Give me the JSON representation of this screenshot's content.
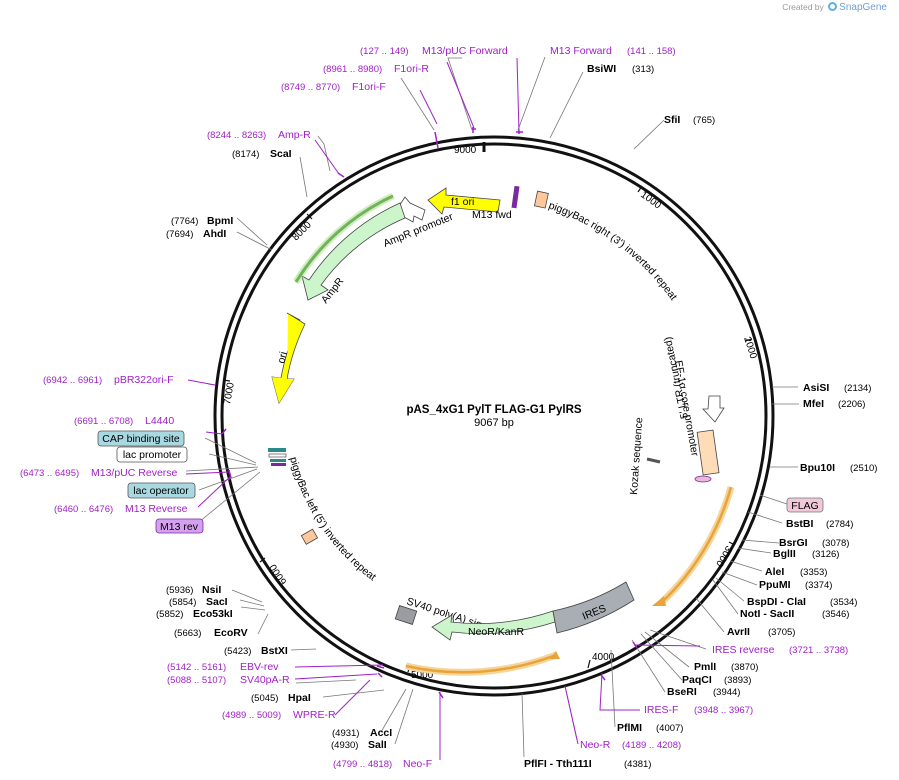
{
  "credit": {
    "created_by": "Created by",
    "brand": "SnapGene"
  },
  "plasmid": {
    "name": "pAS_4xG1 PylT FLAG-G1 PylRS",
    "size": "9067 bp",
    "length": 9067
  },
  "ruler_ticks": [
    "1000",
    "2000",
    "3000",
    "4000",
    "5000",
    "6000",
    "7000",
    "8000",
    "9000"
  ],
  "enzymes": [
    {
      "name": "BsiWI",
      "pos": "(313)"
    },
    {
      "name": "SfiI",
      "pos": "(765)"
    },
    {
      "name": "AsiSI",
      "pos": "(2134)"
    },
    {
      "name": "MfeI",
      "pos": "(2206)"
    },
    {
      "name": "Bpu10I",
      "pos": "(2510)"
    },
    {
      "name": "BstBI",
      "pos": "(2784)"
    },
    {
      "name": "BsrGI",
      "pos": "(3078)"
    },
    {
      "name": "BglII",
      "pos": "(3126)"
    },
    {
      "name": "AleI",
      "pos": "(3353)"
    },
    {
      "name": "PpuMI",
      "pos": "(3374)"
    },
    {
      "name": "BspDI - ClaI",
      "pos": "(3534)"
    },
    {
      "name": "NotI - SacII",
      "pos": "(3546)"
    },
    {
      "name": "AvrII",
      "pos": "(3705)"
    },
    {
      "name": "PmlI",
      "pos": "(3870)"
    },
    {
      "name": "PaqCI",
      "pos": "(3893)"
    },
    {
      "name": "BseRI",
      "pos": "(3944)"
    },
    {
      "name": "PflMI",
      "pos": "(4007)"
    },
    {
      "name": "PflFI - Tth111I",
      "pos": "(4381)"
    },
    {
      "name": "SalI",
      "pos": "(4930)"
    },
    {
      "name": "AccI",
      "pos": "(4931)"
    },
    {
      "name": "HpaI",
      "pos": "(5045)"
    },
    {
      "name": "BstXI",
      "pos": "(5423)"
    },
    {
      "name": "EcoRV",
      "pos": "(5663)"
    },
    {
      "name": "Eco53kI",
      "pos": "(5852)"
    },
    {
      "name": "SacI",
      "pos": "(5854)"
    },
    {
      "name": "NsiI",
      "pos": "(5936)"
    },
    {
      "name": "AhdI",
      "pos": "(7694)"
    },
    {
      "name": "BpmI",
      "pos": "(7764)"
    },
    {
      "name": "ScaI",
      "pos": "(8174)"
    }
  ],
  "primers": [
    {
      "name": "M13/pUC Forward",
      "pos": "(127 .. 149)"
    },
    {
      "name": "M13 Forward",
      "pos": "(141 .. 158)"
    },
    {
      "name": "F1ori-R",
      "pos": "(8961 .. 8980)"
    },
    {
      "name": "F1ori-F",
      "pos": "(8749 .. 8770)"
    },
    {
      "name": "Amp-R",
      "pos": "(8244 .. 8263)"
    },
    {
      "name": "pBR322ori-F",
      "pos": "(6942 .. 6961)"
    },
    {
      "name": "L4440",
      "pos": "(6691 .. 6708)"
    },
    {
      "name": "M13/pUC Reverse",
      "pos": "(6473 .. 6495)"
    },
    {
      "name": "M13 Reverse",
      "pos": "(6460 .. 6476)"
    },
    {
      "name": "IRES reverse",
      "pos": "(3721 .. 3738)"
    },
    {
      "name": "IRES-F",
      "pos": "(3948 .. 3967)"
    },
    {
      "name": "Neo-R",
      "pos": "(4189 .. 4208)"
    },
    {
      "name": "EBV-rev",
      "pos": "(5142 .. 5161)"
    },
    {
      "name": "SV40pA-R",
      "pos": "(5088 .. 5107)"
    },
    {
      "name": "WPRE-R",
      "pos": "(4989 .. 5009)"
    },
    {
      "name": "Neo-F",
      "pos": "(4799 .. 4818)"
    }
  ],
  "boxed_features": [
    {
      "name": "CAP binding site",
      "fill": "#a8d8e0"
    },
    {
      "name": "lac promoter",
      "fill": "#ffffff"
    },
    {
      "name": "lac operator",
      "fill": "#a8d8e0"
    },
    {
      "name": "M13 rev",
      "fill": "#d6a0f0"
    },
    {
      "name": "FLAG",
      "fill": "#f0c8d8"
    }
  ],
  "features": {
    "f1_ori": "f1 ori",
    "m13_fwd": "M13 fwd",
    "piggybac_right": "piggyBac right (3') inverted repeat",
    "ampr_promoter": "AmpR promoter",
    "ampr": "AmpR",
    "ori": "ori",
    "ef1a": "EF-1α core promoter",
    "ltr": "5' LTR (truncated)",
    "kozak": "Kozak sequence",
    "ires": "IRES",
    "neor": "NeoR/KanR",
    "sv40": "SV40 poly(A) signal",
    "piggybac_left": "piggyBac left (5') inverted repeat"
  },
  "colors": {
    "primer": "#a020c8",
    "f1_ori": "#ffff00",
    "ampr": "#ccf5cc",
    "ori": "#ffff00",
    "ires": "#a8aeb4",
    "neor": "#ccf5cc",
    "orf_highlight": "#e8a33a",
    "ltr": "#ffdcb8",
    "backbone": "#111111"
  }
}
